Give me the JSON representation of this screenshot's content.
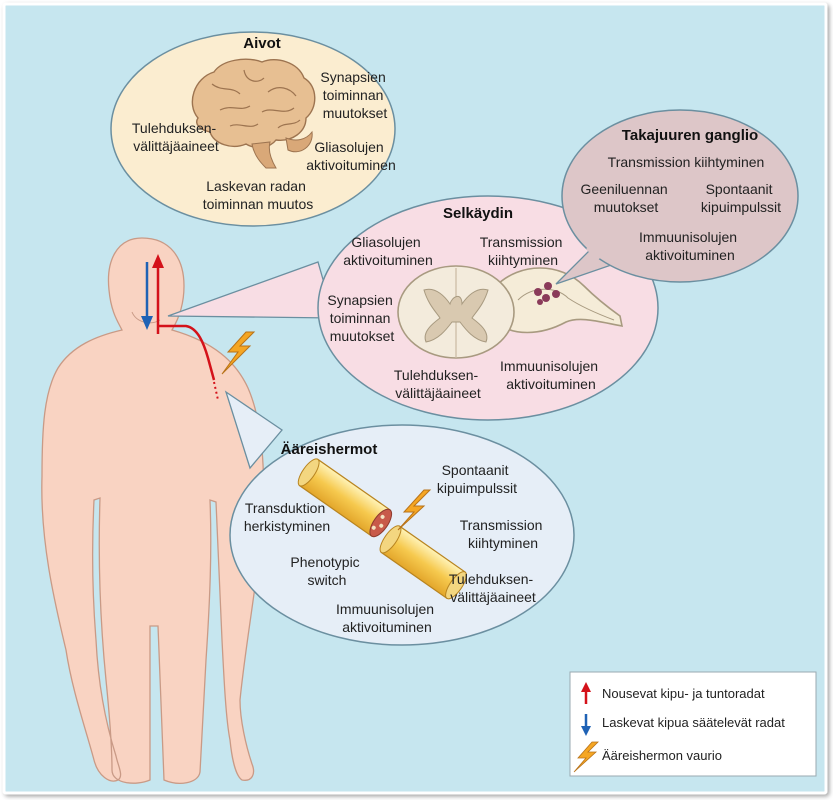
{
  "colors": {
    "background": "#c6e6ef",
    "skin": "#f9d3c2",
    "skin_stroke": "#c99a86",
    "brain_bubble": "#fbedd0",
    "spine_bubble": "#f8dde4",
    "ganglion_bubble": "#ddc6c8",
    "nerve_bubble": "#e6eef7",
    "ascending": "#d4121a",
    "descending": "#1f62b5",
    "lightning": "#f5a623"
  },
  "brain": {
    "title": "Aivot",
    "labels": [
      [
        "Synapsien",
        "toiminnan",
        "muutokset"
      ],
      [
        "Tulehduksen-",
        "välittäjäaineet"
      ],
      [
        "Gliasolujen",
        "aktivoituminen"
      ],
      [
        "Laskevan radan",
        "toiminnan muutos"
      ]
    ]
  },
  "spinal_cord": {
    "title": "Selkäydin",
    "labels": [
      [
        "Gliasolujen",
        "aktivoituminen"
      ],
      [
        "Transmission",
        "kiihtyminen"
      ],
      [
        "Synapsien",
        "toiminnan",
        "muutokset"
      ],
      [
        "Tulehduksen-",
        "välittäjäaineet"
      ],
      [
        "Immuunisolujen",
        "aktivoituminen"
      ]
    ]
  },
  "ganglion": {
    "title": "Takajuuren ganglio",
    "labels": [
      [
        "Transmission kiihtyminen"
      ],
      [
        "Geeniluennan",
        "muutokset"
      ],
      [
        "Spontaanit",
        "kipuimpulssit"
      ],
      [
        "Immuunisolujen",
        "aktivoituminen"
      ]
    ]
  },
  "peripheral": {
    "title": "Ääreishermot",
    "labels": [
      [
        "Spontaanit",
        "kipuimpulssit"
      ],
      [
        "Transduktion",
        "herkistyminen"
      ],
      [
        "Transmission",
        "kiihtyminen"
      ],
      [
        "Phenotypic",
        "switch"
      ],
      [
        "Tulehduksen-",
        "välittäjäaineet"
      ],
      [
        "Immuunisolujen",
        "aktivoituminen"
      ]
    ]
  },
  "legend": {
    "ascending": "Nousevat kipu- ja tuntoradat",
    "descending": "Laskevat kipua säätelevät radat",
    "damage": "Ääreishermon vaurio"
  },
  "icons": [
    "brain-icon",
    "spinal-cord-icon",
    "nerve-fiber-icon",
    "lightning-icon",
    "up-arrow-icon",
    "down-arrow-icon"
  ]
}
